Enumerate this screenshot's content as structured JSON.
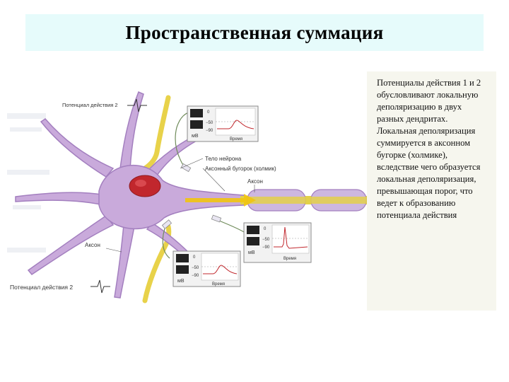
{
  "slide": {
    "title": "Пространственная суммация",
    "description": "Потенциалы действия 1 и 2 обусловливают локальную деполяризацию в двух разных дендритах. Локальная деполяризация суммируется в аксонном бугорке (холмике), вследствие чего образуется локальная деполяризация, превышающая порог, что ведет к образованию потенциала действия"
  },
  "diagram": {
    "label_ap1": "Потенциал действия 2",
    "label_ap2": "Потенциал действия 2",
    "label_body": "Тело нейрона",
    "label_hillock": "Аксонный бугорок (холмик)",
    "label_axon": "Аксон",
    "label_axon_left": "Аксон",
    "scope_unit": "мВ",
    "scope_tick_top": "0",
    "scope_tick_mid": "−50",
    "scope_tick_bot": "−90",
    "scope_xlabel": "Время",
    "colors": {
      "neuron": "#c9aadb",
      "neuron_edge": "#a37fbf",
      "nucleus": "#c1272d",
      "axon_core": "#e3d04a",
      "myelin": "#cdb7e0",
      "arrow": "#f1c40f"
    }
  }
}
